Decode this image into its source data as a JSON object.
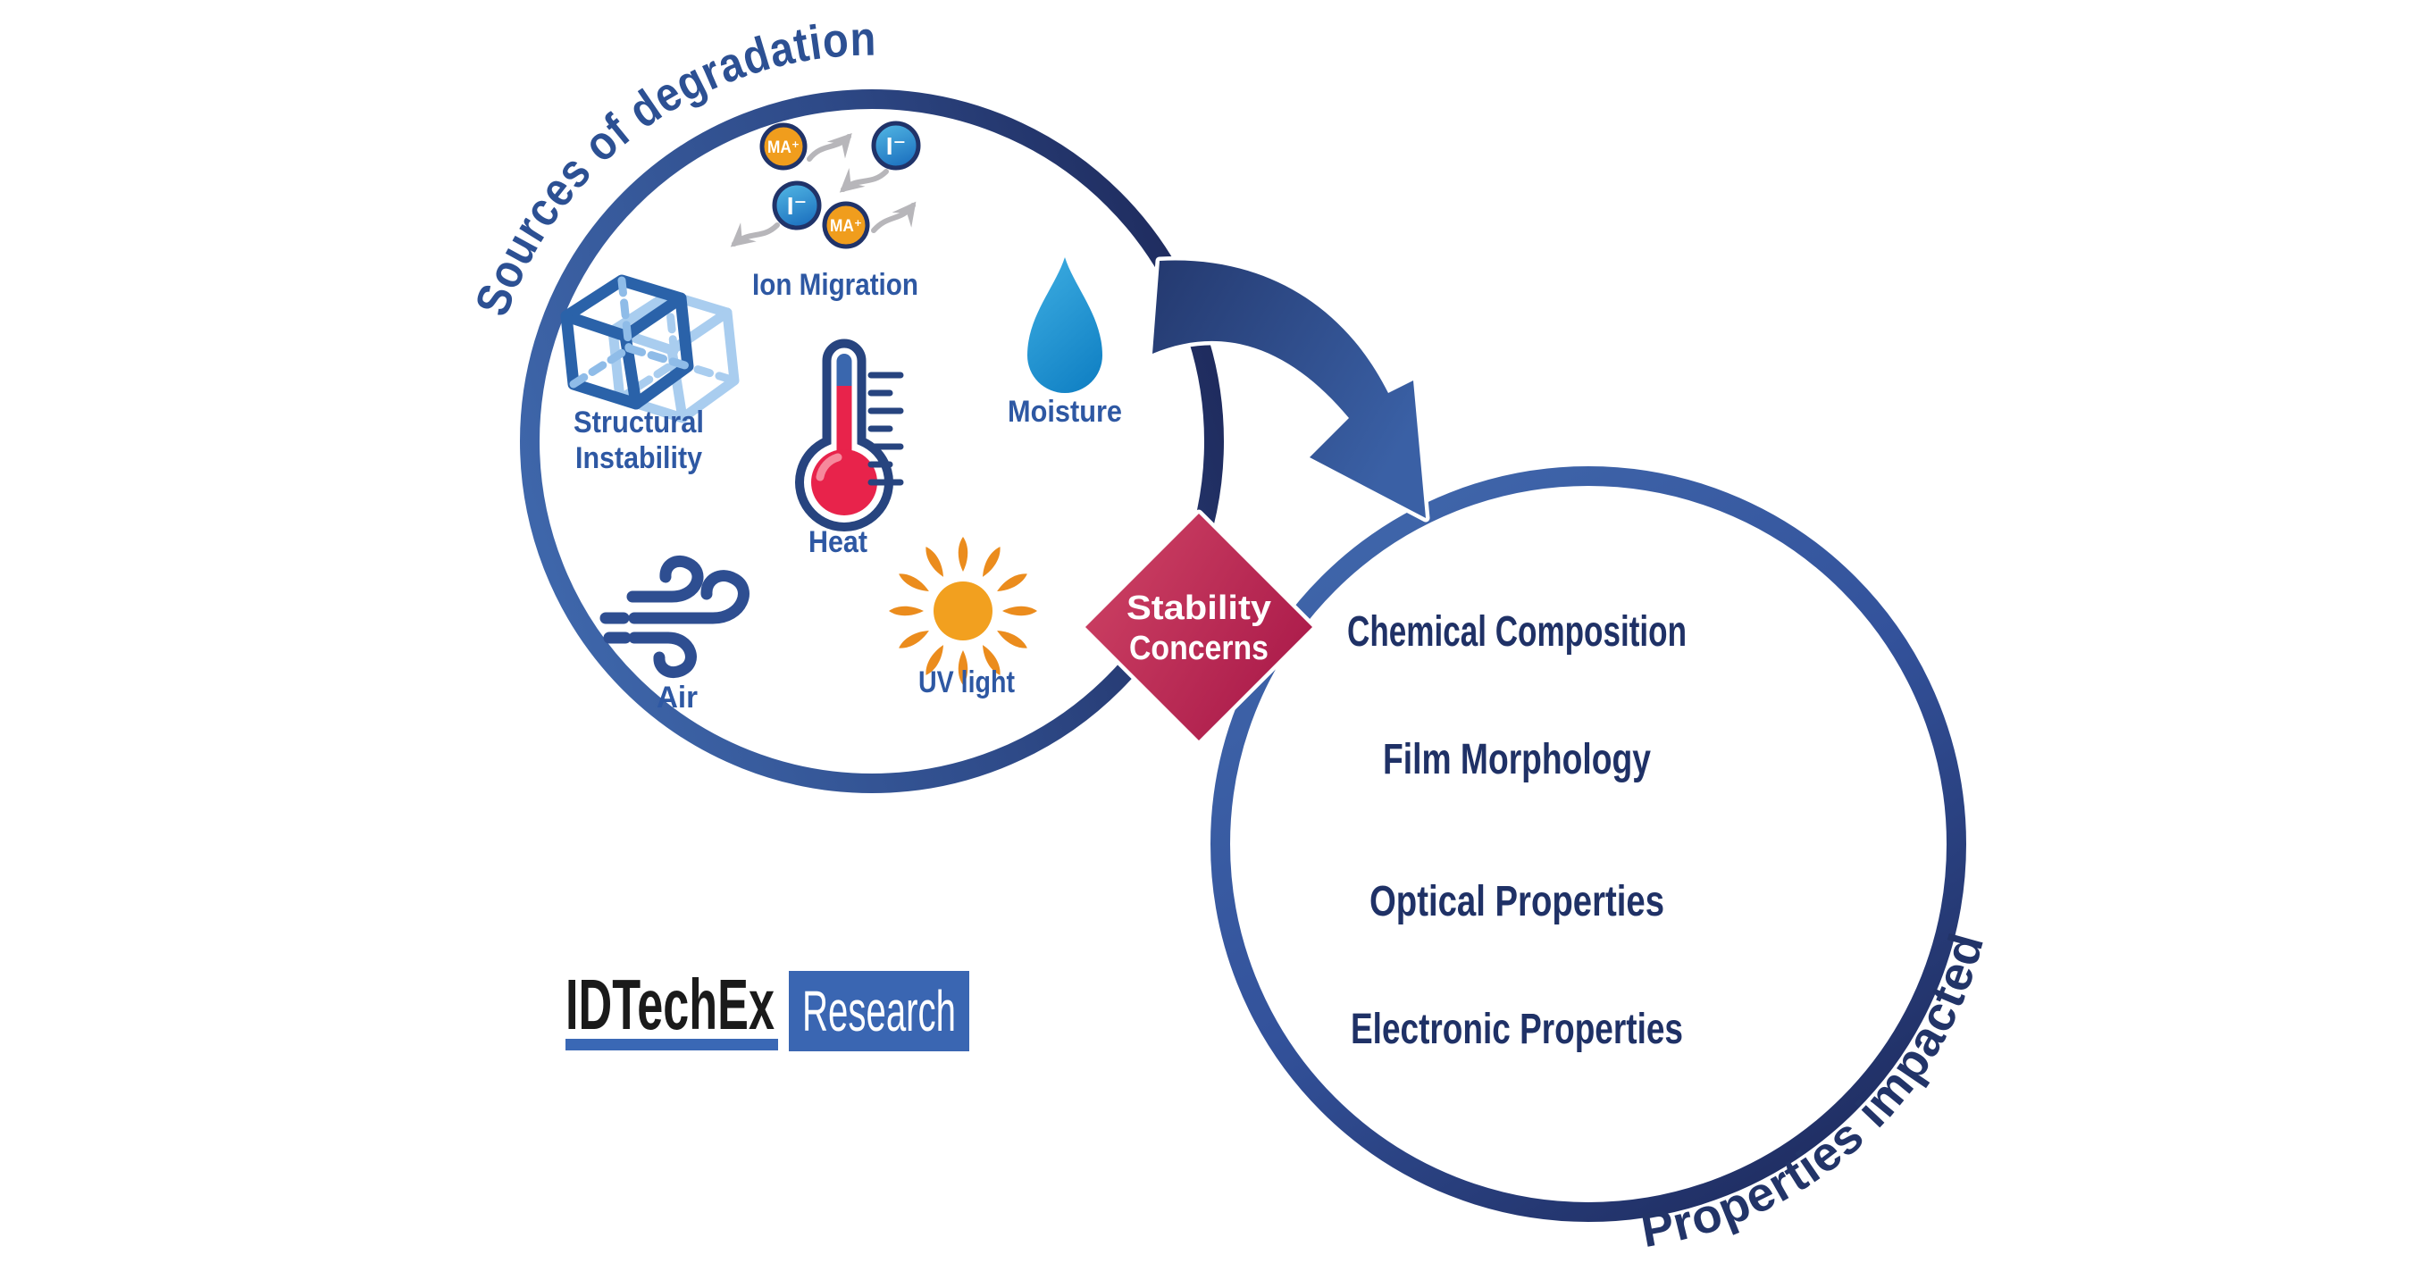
{
  "left_circle": {
    "arc_title": "Sources of degradation",
    "labels": {
      "ion_migration": "Ion Migration",
      "structural_line1": "Structural",
      "structural_line2": "Instability",
      "heat": "Heat",
      "moisture": "Moisture",
      "air": "Air",
      "uv_light": "UV light"
    },
    "ions": {
      "cation": "MA⁺",
      "anion": "I⁻"
    }
  },
  "connector": {
    "diamond_line1": "Stability",
    "diamond_line2": "Concerns"
  },
  "right_circle": {
    "arc_title": "Properties impacted",
    "items": [
      "Chemical Composition",
      "Film Morphology",
      "Optical Properties",
      "Electronic Properties"
    ]
  },
  "logo": {
    "brand": "IDTechEx",
    "label": "Research"
  },
  "colors": {
    "circle_blue": "#3E66AA",
    "circle_navy": "#1E2A5C",
    "label_blue": "#2E58A3",
    "heading_navy": "#1F3166",
    "diamond_crimson": "#C22F57",
    "ion_orange": "#F09D1D",
    "iodide_blue": "#1B6FBE",
    "drop_blue": "#1E9AD6",
    "sun_orange": "#F2A01F",
    "thermo_red": "#E8234B",
    "logo_blue": "#3A66B2"
  }
}
